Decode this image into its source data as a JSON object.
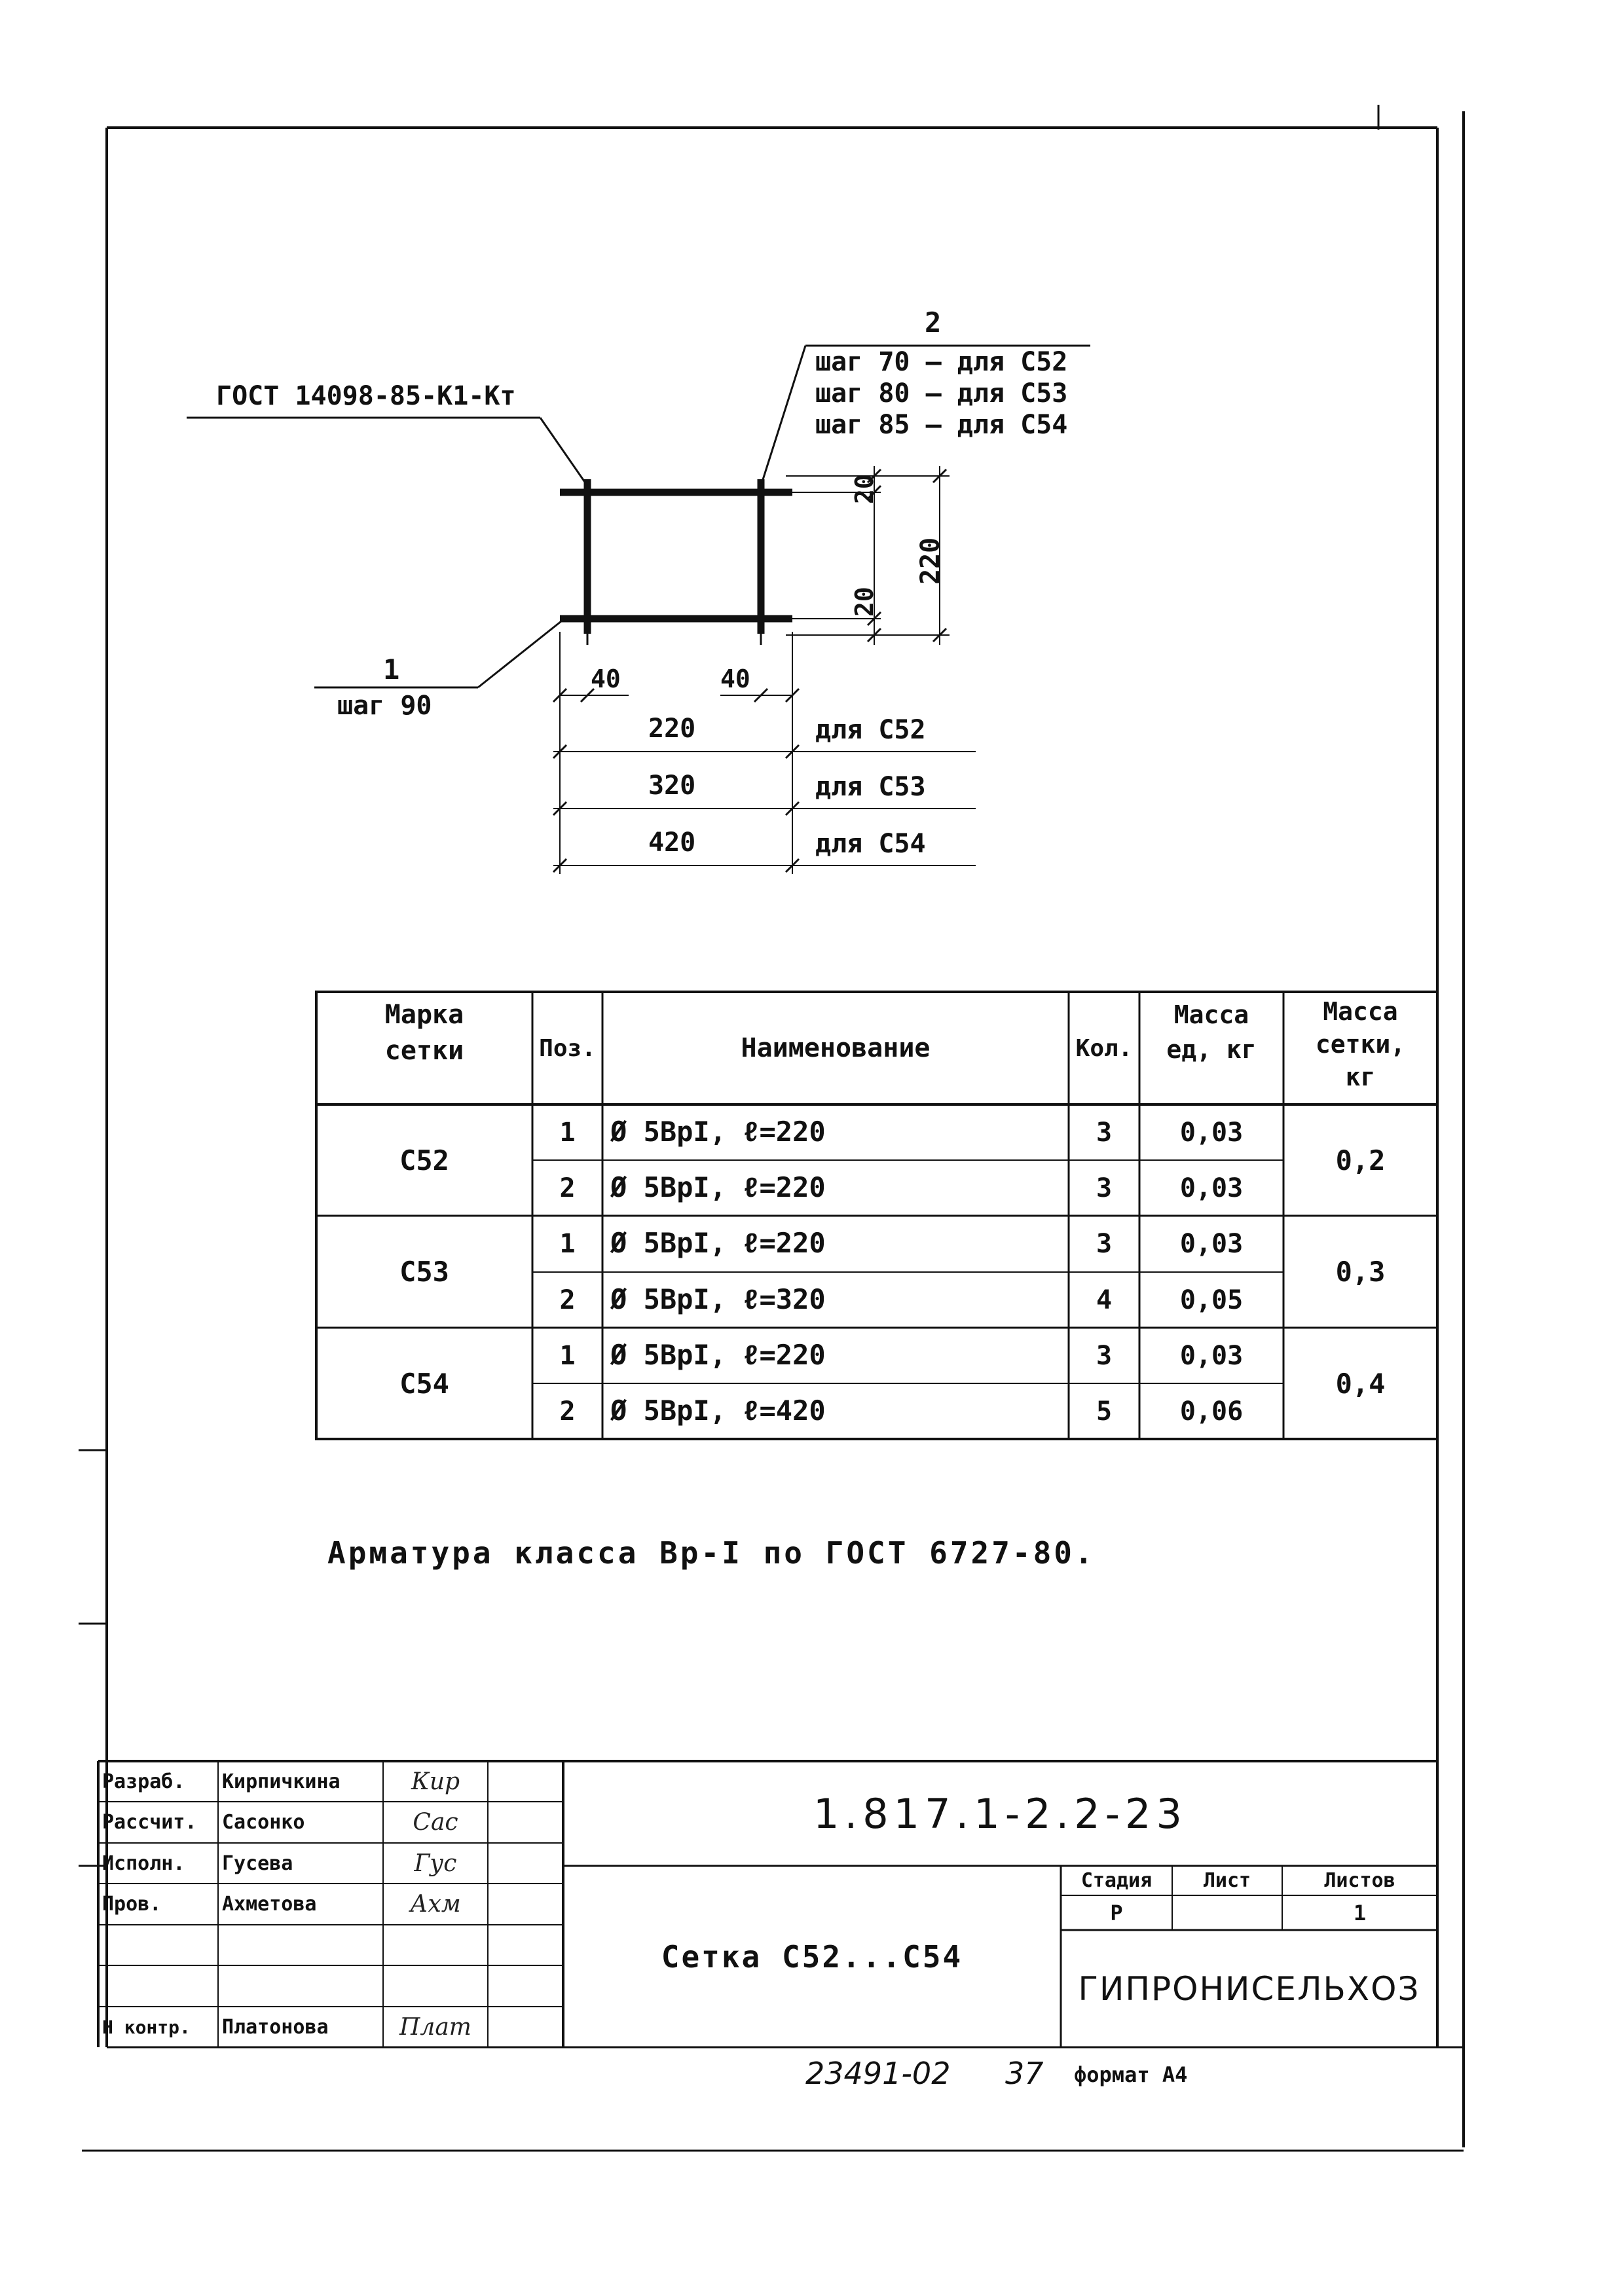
{
  "drawing": {
    "callout_gost": "ГОСТ 14098-85-К1-Кт",
    "callout_2_pos": "2",
    "callout_2_lines": [
      "шаг 70 – для С52",
      "шаг 80 – для С53",
      "шаг 85 – для С54"
    ],
    "callout_1_pos": "1",
    "callout_1_step": "шаг 90",
    "dim_20_top": "20",
    "dim_20_bottom": "20",
    "dim_220_vertical": "220",
    "dim_40_left": "40",
    "dim_40_right": "40",
    "width_rows": [
      {
        "value": "220",
        "label": "для С52"
      },
      {
        "value": "320",
        "label": "для С53"
      },
      {
        "value": "420",
        "label": "для С54"
      }
    ]
  },
  "table": {
    "headers": {
      "mark": [
        "Марка",
        "сетки"
      ],
      "pos": "Поз.",
      "name": "Наименование",
      "qty": "Кол.",
      "mass_unit": [
        "Масса",
        "ед, кг"
      ],
      "mass_mesh": [
        "Масса",
        "сетки,",
        "кг"
      ]
    },
    "groups": [
      {
        "mark": "С52",
        "mass_mesh": "0,2",
        "rows": [
          {
            "pos": "1",
            "name": "Ø 5ВрI,  ℓ=220",
            "qty": "3",
            "mass": "0,03"
          },
          {
            "pos": "2",
            "name": "Ø 5ВрI,  ℓ=220",
            "qty": "3",
            "mass": "0,03"
          }
        ]
      },
      {
        "mark": "С53",
        "mass_mesh": "0,3",
        "rows": [
          {
            "pos": "1",
            "name": "Ø 5ВрI,  ℓ=220",
            "qty": "3",
            "mass": "0,03"
          },
          {
            "pos": "2",
            "name": "Ø 5ВрI,  ℓ=320",
            "qty": "4",
            "mass": "0,05"
          }
        ]
      },
      {
        "mark": "С54",
        "mass_mesh": "0,4",
        "rows": [
          {
            "pos": "1",
            "name": "Ø 5ВрI,  ℓ=220",
            "qty": "3",
            "mass": "0,03"
          },
          {
            "pos": "2",
            "name": "Ø 5ВрI,  ℓ=420",
            "qty": "5",
            "mass": "0,06"
          }
        ]
      }
    ]
  },
  "note": "Арматура класса Вр-I по ГОСТ 6727-80.",
  "title_block": {
    "roles": [
      {
        "role": "Разраб.",
        "name": "Кирпичкина",
        "sign": "Кир"
      },
      {
        "role": "Рассчит.",
        "name": "Сасонко",
        "sign": "Сас"
      },
      {
        "role": "Исполн.",
        "name": "Гусева",
        "sign": "Гус"
      },
      {
        "role": "Пров.",
        "name": "Ахметова",
        "sign": "Ахм"
      },
      {
        "role": "",
        "name": "",
        "sign": ""
      },
      {
        "role": "",
        "name": "",
        "sign": ""
      },
      {
        "role": "Н контр.",
        "name": "Платонова",
        "sign": "Плат"
      }
    ],
    "doc_number": "1.817.1-2.2-23",
    "title": "Сетка С52...С54",
    "stage_label": "Стадия",
    "sheet_label": "Лист",
    "sheets_label": "Листов",
    "stage_value": "Р",
    "sheet_value": "",
    "sheets_value": "1",
    "organization": "ГИПРОНИСЕЛЬХОЗ"
  },
  "footer": {
    "inventory": "23491-02",
    "page": "37",
    "format": "формат А4"
  }
}
